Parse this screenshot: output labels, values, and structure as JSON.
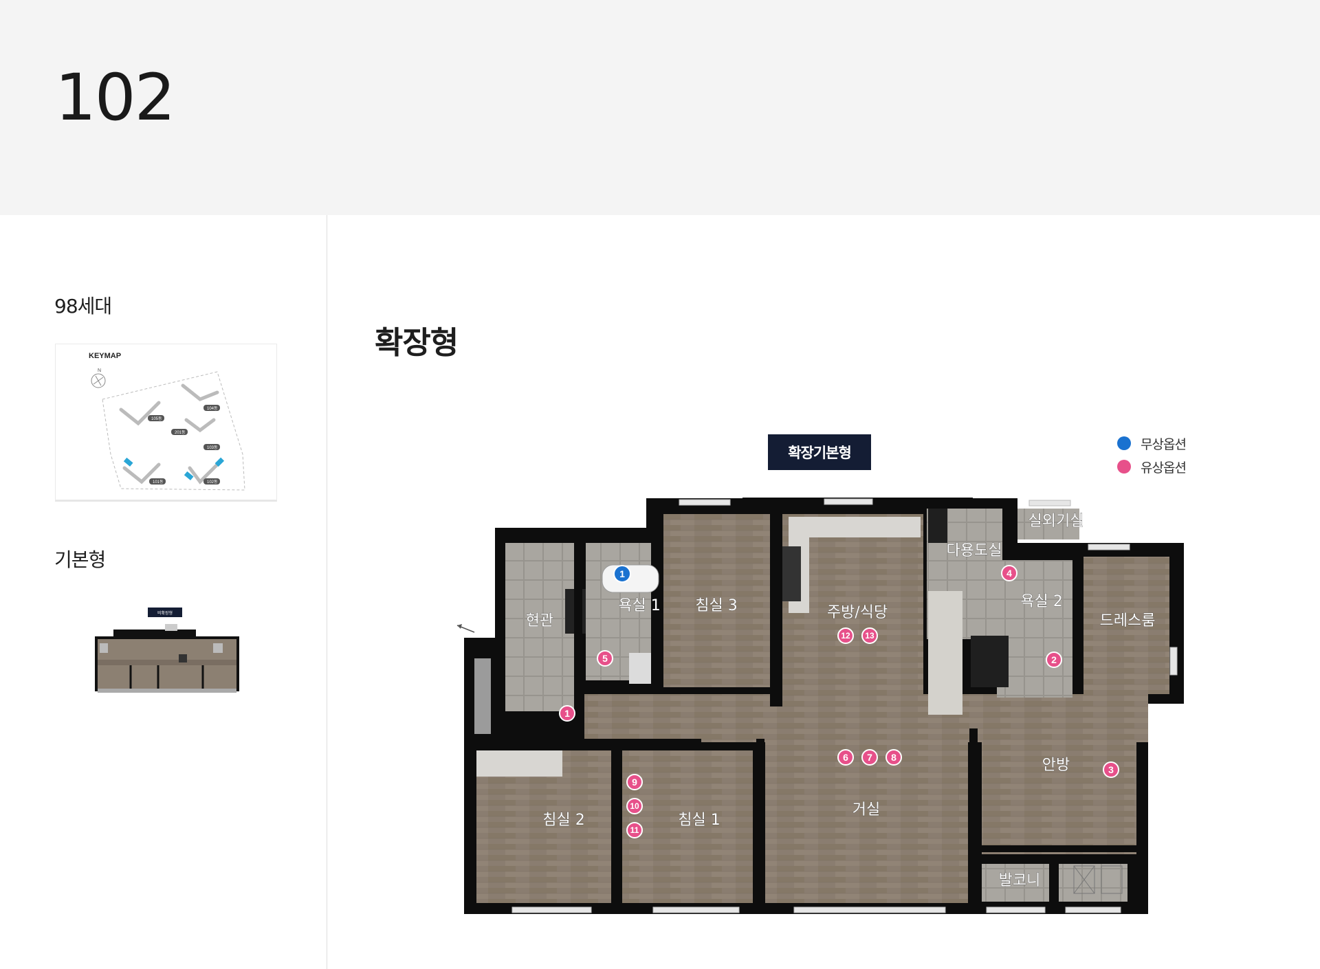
{
  "header": {
    "title": "102"
  },
  "sidebar": {
    "households": "98세대",
    "keymap": {
      "title": "KEYMAP",
      "buildings": [
        "101동",
        "102동",
        "103동",
        "104동",
        "105동",
        "201동"
      ]
    },
    "basic_type_label": "기본형",
    "thumbnail_badge": "비확장형"
  },
  "main": {
    "plan_type": "확장형",
    "plan_badge": "확장기본형",
    "legend": [
      {
        "label": "무상옵션",
        "color": "#1a72d0"
      },
      {
        "label": "유상옵션",
        "color": "#e7508a"
      }
    ],
    "rooms": {
      "entrance": "현관",
      "bath1": "욕실 1",
      "bed3": "침실 3",
      "kitchen": "주방/식당",
      "utility": "다용도실",
      "outdoor_unit": "실외기실",
      "bath2": "욕실 2",
      "dressroom": "드레스룸",
      "bed2": "침실 2",
      "bed1": "침실 1",
      "living": "거실",
      "master": "안방",
      "balcony": "발코니"
    },
    "markers": {
      "free": [
        "1"
      ],
      "paid": [
        "1",
        "2",
        "3",
        "4",
        "5",
        "6",
        "7",
        "8",
        "9",
        "10",
        "11",
        "12",
        "13"
      ]
    }
  }
}
